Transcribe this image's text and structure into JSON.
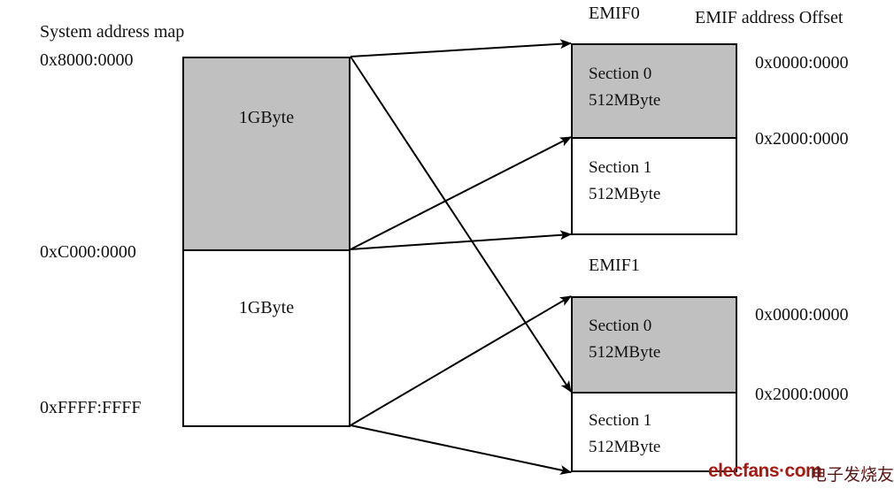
{
  "diagram": {
    "title_left": "System address map",
    "title_emif0": "EMIF0",
    "title_emif1": "EMIF1",
    "title_offset": "EMIF address Offset"
  },
  "system_map": {
    "addresses": [
      {
        "text": "0x8000:0000"
      },
      {
        "text": "0xC000:0000"
      },
      {
        "text": "0xFFFF:FFFF"
      }
    ],
    "regions": [
      {
        "size": "1GByte",
        "filled": true
      },
      {
        "size": "1GByte",
        "filled": false
      }
    ]
  },
  "emif0": {
    "name": "EMIF0",
    "sections": [
      {
        "name": "Section 0",
        "size": "512MByte",
        "offset": "0x0000:0000",
        "filled": true
      },
      {
        "name": "Section 1",
        "size": "512MByte",
        "offset": "0x2000:0000",
        "filled": false
      }
    ]
  },
  "emif1": {
    "name": "EMIF1",
    "sections": [
      {
        "name": "Section 0",
        "size": "512MByte",
        "offset": "0x0000:0000",
        "filled": true
      },
      {
        "name": "Section 1",
        "size": "512MByte",
        "offset": "0x2000:0000",
        "filled": false
      }
    ]
  },
  "mappings": [
    {
      "from": "system-top",
      "to": "emif0-section0-top"
    },
    {
      "from": "system-top",
      "to": "emif1-section1-top"
    },
    {
      "from": "system-mid",
      "to": "emif0-section1-top"
    },
    {
      "from": "system-mid",
      "to": "emif0-section1-bottom"
    },
    {
      "from": "system-bottom",
      "to": "emif1-section0-top"
    },
    {
      "from": "system-bottom",
      "to": "emif1-section1-bottom"
    }
  ],
  "watermark": {
    "site": "elecfans·com",
    "cn": "电子发烧友"
  },
  "colors": {
    "fill_gray": "#c0c0c0",
    "stroke": "#000000",
    "watermark_red": "#a51a12"
  }
}
